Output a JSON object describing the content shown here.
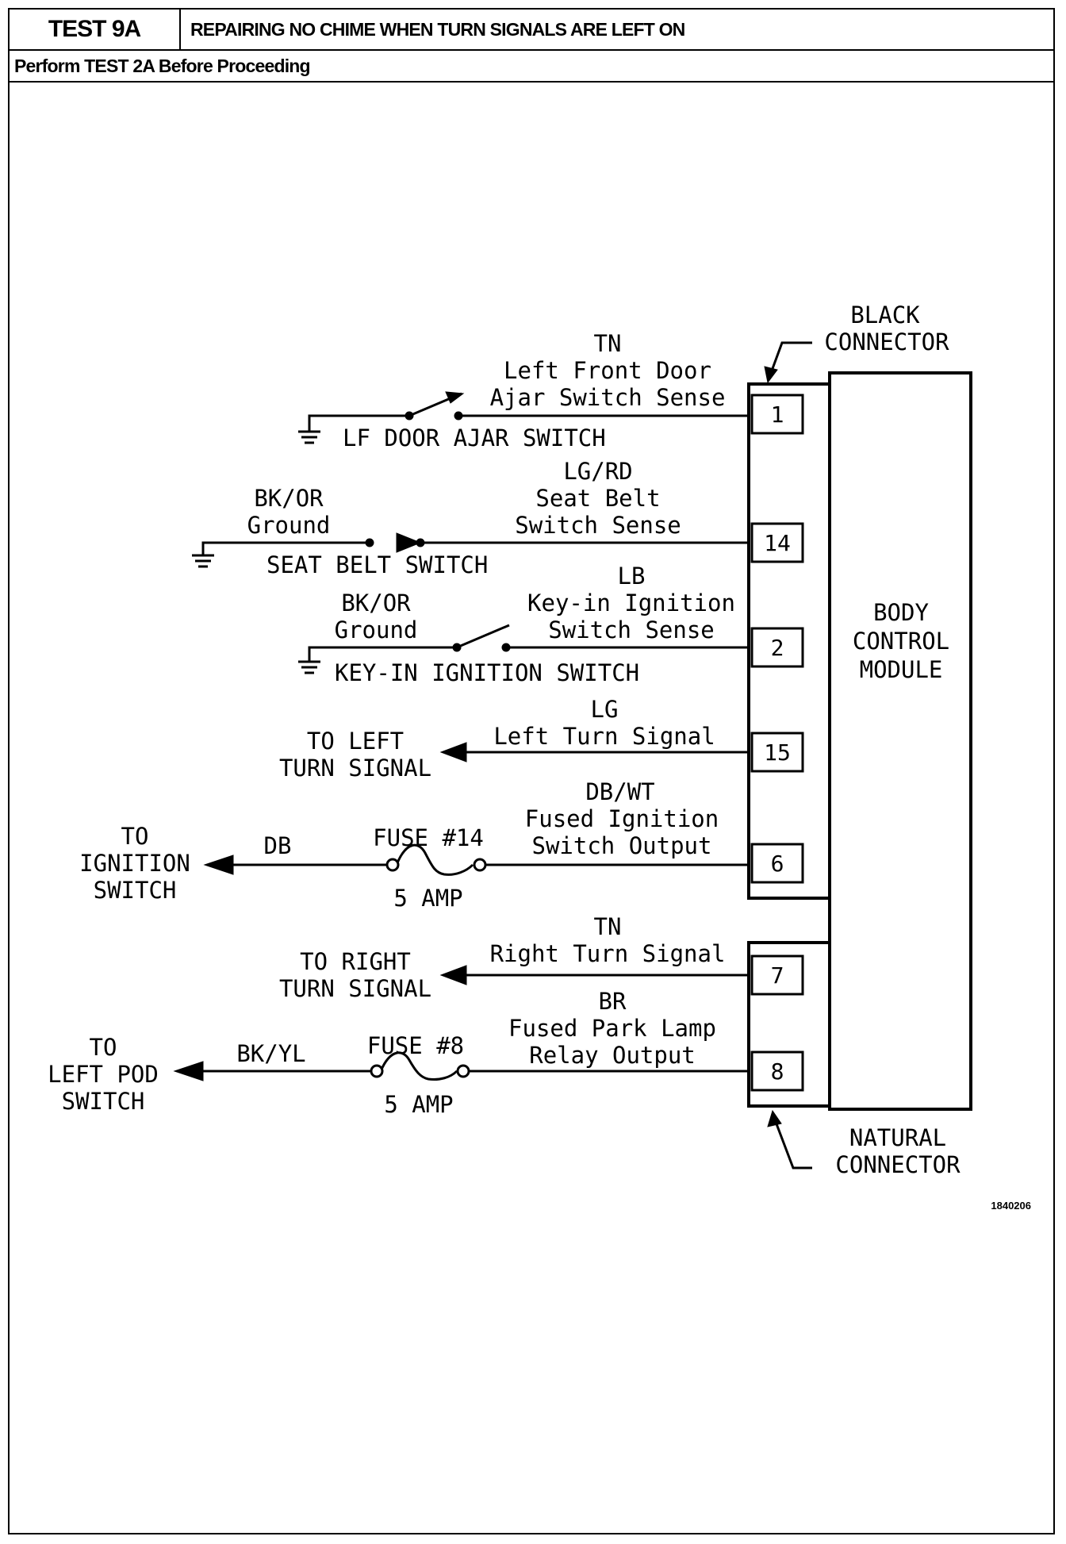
{
  "header": {
    "test_id": "TEST 9A",
    "title": "REPAIRING NO CHIME WHEN TURN SIGNALS ARE LEFT ON",
    "prerequisite": "Perform TEST 2A Before Proceeding"
  },
  "connectors": {
    "black": [
      "BLACK",
      "CONNECTOR"
    ],
    "natural": [
      "NATURAL",
      "CONNECTOR"
    ]
  },
  "module": [
    "BODY",
    "CONTROL",
    "MODULE"
  ],
  "circuits": [
    {
      "pin": "1",
      "wire_color": "TN",
      "signal": [
        "Left Front Door",
        "Ajar Switch Sense"
      ],
      "component": "LF DOOR AJAR SWITCH"
    },
    {
      "pin": "14",
      "wire_color": "LG/RD",
      "signal": [
        "Seat Belt",
        "Switch Sense"
      ],
      "ground_color": "BK/OR",
      "ground_label": "Ground",
      "component": "SEAT BELT SWITCH"
    },
    {
      "pin": "2",
      "wire_color": "LB",
      "signal": [
        "Key-in Ignition",
        "Switch Sense"
      ],
      "ground_color": "BK/OR",
      "ground_label": "Ground",
      "component": "KEY-IN IGNITION SWITCH"
    },
    {
      "pin": "15",
      "wire_color": "LG",
      "signal": [
        "Left Turn Signal"
      ],
      "destination": [
        "TO LEFT",
        "TURN SIGNAL"
      ]
    },
    {
      "pin": "6",
      "wire_color": "DB/WT",
      "signal": [
        "Fused Ignition",
        "Switch Output"
      ],
      "fuse": "FUSE #14",
      "fuse_rating": "5 AMP",
      "far_wire_color": "DB",
      "destination": [
        "TO",
        "IGNITION",
        "SWITCH"
      ]
    },
    {
      "pin": "7",
      "wire_color": "TN",
      "signal": [
        "Right Turn Signal"
      ],
      "destination": [
        "TO RIGHT",
        "TURN SIGNAL"
      ]
    },
    {
      "pin": "8",
      "wire_color": "BR",
      "signal": [
        "Fused Park Lamp",
        "Relay Output"
      ],
      "fuse": "FUSE #8",
      "fuse_rating": "5 AMP",
      "far_wire_color": "BK/YL",
      "destination": [
        "TO",
        "LEFT POD",
        "SWITCH"
      ]
    }
  ],
  "figure_ref": "1840206"
}
